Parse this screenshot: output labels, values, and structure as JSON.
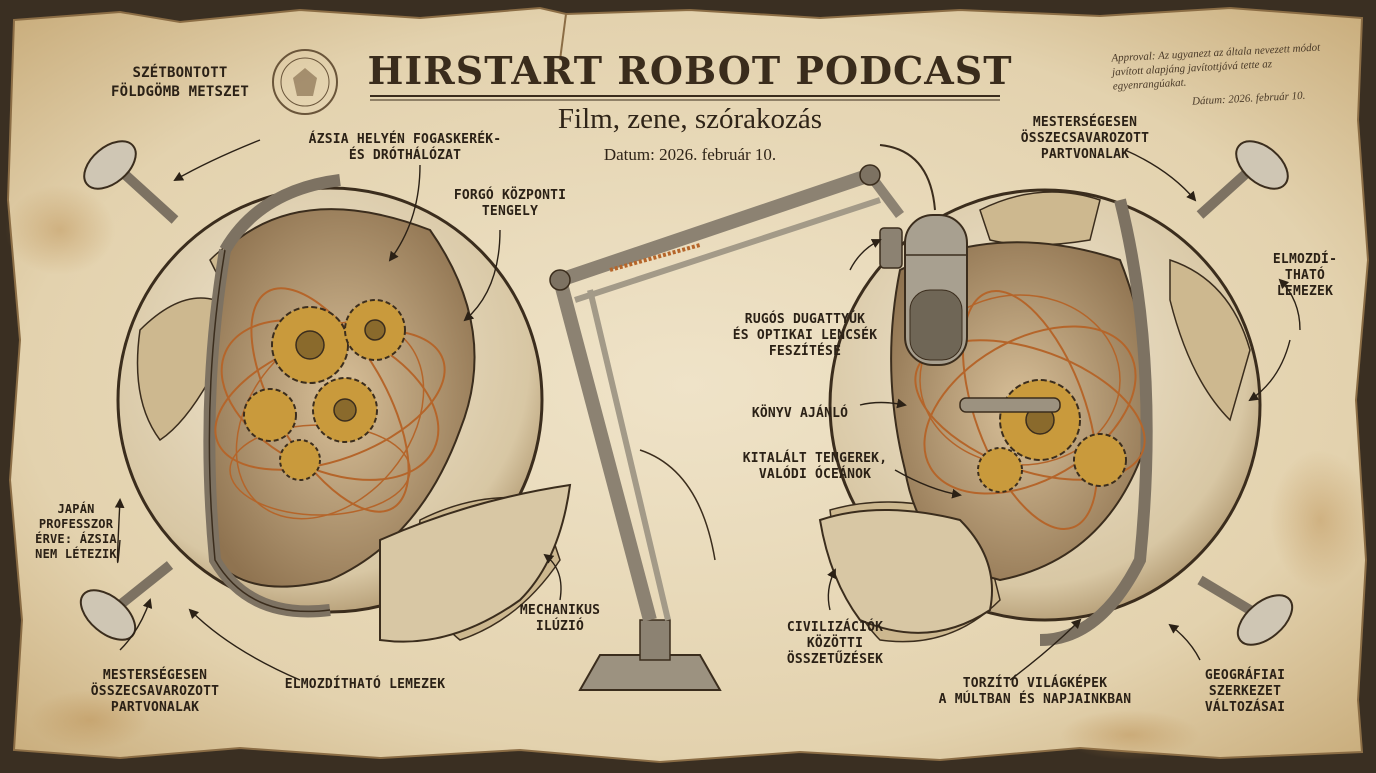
{
  "header": {
    "title": "HIRSTART ROBOT PODCAST",
    "subtitle": "Film, zene, szórakozás",
    "date": "Datum: 2026. február 10."
  },
  "approval": {
    "text": "Approval: Az ugyanezt az általa nevezett módot javított alapjáng javítottjává tette az egyenrangúakat.",
    "date": "Dátum: 2026. február 10."
  },
  "labels": {
    "top_left": "SZÉTBONTOTT\nFÖLDGÖMB METSZET",
    "asia": "ÁZSIA HELYÉN FOGASKERÉK-\nÉS DRÓTHÁLÓZAT",
    "axis": "FORGÓ KÖZPONTI\nTENGELY",
    "japan": "JAPÁN\nPROFESSZOR\nÉRVE: ÁZSIA\nNEM LÉTEZIK",
    "mechanical": "MECHANIKUS\nILÚZIÓ",
    "coast_left": "MESTERSÉGESEN\nÖSSZECSAVAROZOTT\nPARTVONALAK",
    "plates_left": "ELMOZDÍTHATÓ LEMEZEK",
    "coast_right": "MESTERSÉGESEN\nÖSSZECSAVAROZOTT\nPARTVONALAK",
    "plates_right": "ELMOZDÍ-\nTHATÓ\nLEMEZEK",
    "pistons": "RUGÓS DUGATTYÚK\nÉS OPTIKAI LENCSÉK\nFESZÍTÉSE",
    "book": "KÖNYV AJÁNLÓ",
    "seas": "KITALÁLT TENGEREK,\nVALÓDI ÓCEÁNOK",
    "civil": "CIVILIZÁCIÓK\nKÖZÖTTI\nÖSSZETŰZÉSEK",
    "worldview": "TORZÍTÓ VILÁGKÉPEK\nA MÚLTBAN ÉS NAPJAINKBAN",
    "geo": "GEOGRÁFIAI\nSZERKEZET\nVÁLTOZÁSAI"
  },
  "colors": {
    "parchment": "#e9dcc0",
    "ink": "#2b2116",
    "copper": "#b5652a",
    "brass": "#c99a3c",
    "steel": "#7d7262"
  }
}
